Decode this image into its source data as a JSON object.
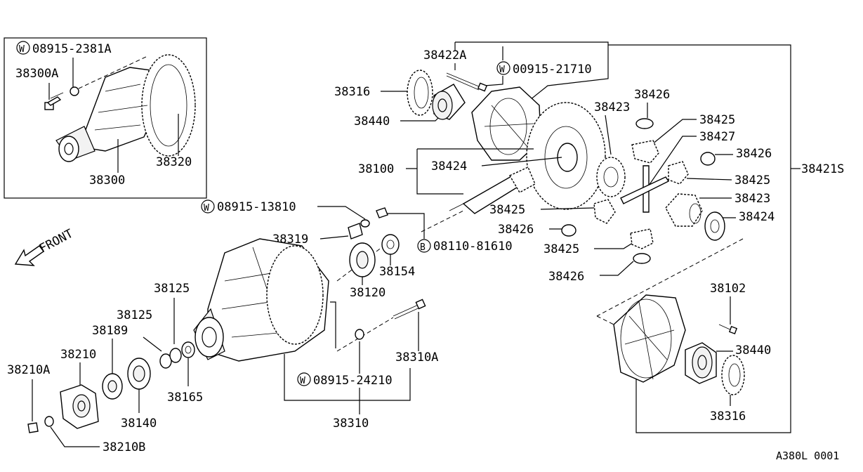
{
  "labels": {
    "inset_w": "W",
    "inset_spec": "08915-2381A",
    "p38300A": "38300A",
    "p38320": "38320",
    "p38300": "38300",
    "front": "FRONT",
    "p38422A": "38422A",
    "w1": "W",
    "s00915": "00915-21710",
    "p38316a": "38316",
    "p38440a": "38440",
    "p38426a": "38426",
    "p38423a": "38423",
    "p38425a": "38425",
    "p38427": "38427",
    "p38426b": "38426",
    "p38425b": "38425",
    "p38421S": "38421S",
    "p38423b": "38423",
    "p38424b": "38424",
    "p38100": "38100",
    "p38424a": "38424",
    "w2": "W",
    "s08915_13810": "08915-13810",
    "p38425c": "38425",
    "p38426c": "38426",
    "p38425d": "38425",
    "p38426d": "38426",
    "p38319": "38319",
    "b1": "B",
    "s08110": "08110-81610",
    "p38154": "38154",
    "p38120": "38120",
    "p38125a": "38125",
    "p38125b": "38125",
    "p38189": "38189",
    "p38210": "38210",
    "p38210A": "38210A",
    "p38165": "38165",
    "p38140": "38140",
    "p38210B": "38210B",
    "p38310A": "38310A",
    "w3": "W",
    "s08915_24210": "08915-24210",
    "p38310": "38310",
    "p38102": "38102",
    "p38440b": "38440",
    "p38316b": "38316",
    "code": "A380L 0001"
  }
}
